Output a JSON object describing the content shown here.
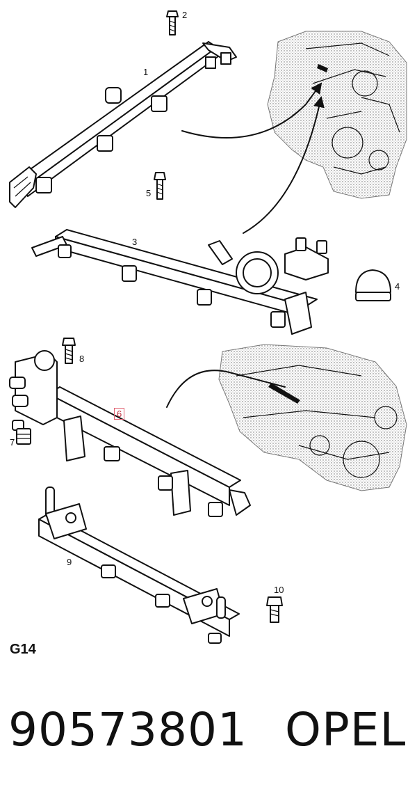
{
  "callouts": {
    "c1": "1",
    "c2": "2",
    "c3": "3",
    "c4": "4",
    "c5": "5",
    "c6": "6",
    "c7": "7",
    "c8": "8",
    "c9": "9",
    "c10": "10"
  },
  "sheet_code": "G14",
  "footer": {
    "part_number": "90573801",
    "brand": "OPEL"
  }
}
